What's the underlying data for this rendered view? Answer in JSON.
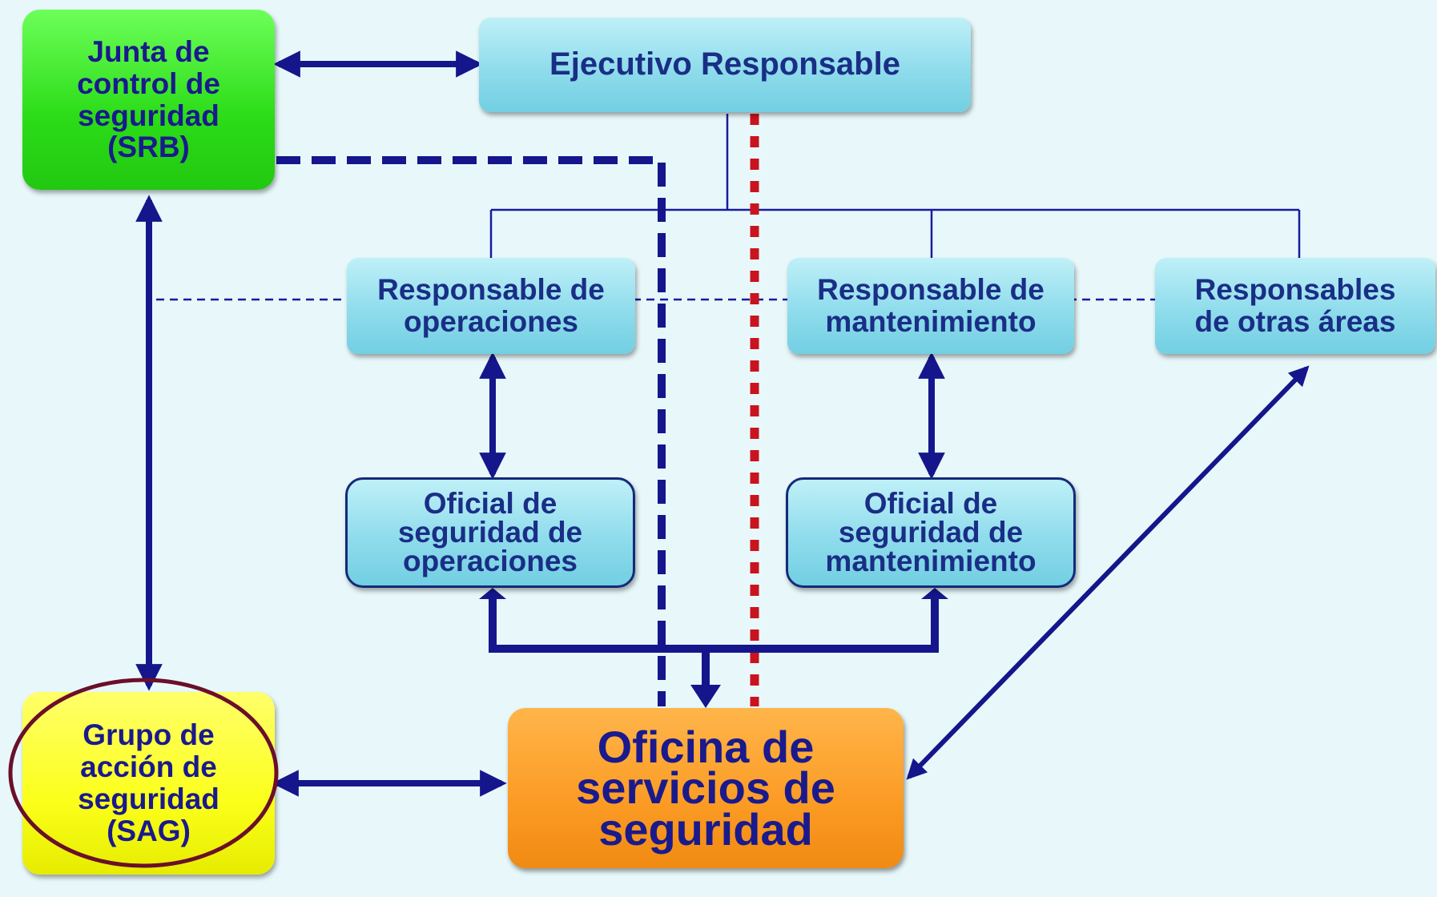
{
  "colors": {
    "background": "#e8f8fa",
    "arrow_blue": "#15168c",
    "thin_line": "#1a1aa0",
    "red_dotted": "#c8141e",
    "srb_green": "#2bdc17",
    "sag_yellow": "#fbff1a",
    "office_orange": "#fb9b24",
    "box_cyan": "#8fdcec",
    "circle_outline": "#6b0f2a"
  },
  "nodes": {
    "srb": "Junta de\ncontrol  de\nseguridad\n(SRB)",
    "executive": "Ejecutivo Responsable",
    "ops_manager": "Responsable de\noperaciones",
    "maint_manager": "Responsable de\nmantenimiento",
    "other_areas": "Responsables\nde otras áreas",
    "ops_safety_officer": "Oficial de\nseguridad de\noperaciones",
    "maint_safety_officer": "Oficial de\nseguridad de\nmantenimiento",
    "sag": "Grupo de\nacción de\nseguridad\n(SAG)",
    "safety_office": "Oficina de\nservicios de\nseguridad"
  }
}
